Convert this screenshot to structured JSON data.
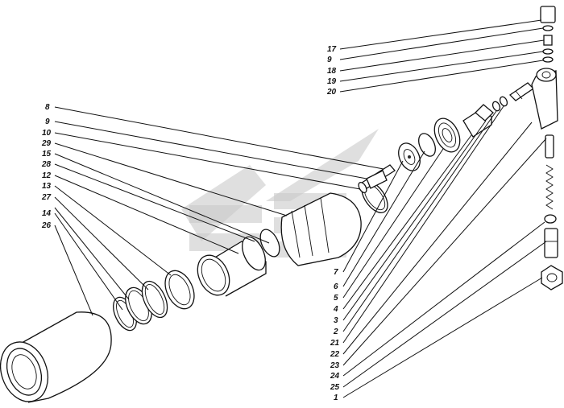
{
  "diagram": {
    "labels": {
      "l17": "17",
      "l9a": "9",
      "l18": "18",
      "l19": "19",
      "l20": "20",
      "l8": "8",
      "l9b": "9",
      "l10": "10",
      "l29": "29",
      "l15": "15",
      "l28": "28",
      "l12": "12",
      "l13": "13",
      "l27": "27",
      "l14": "14",
      "l26": "26",
      "l7": "7",
      "l6": "6",
      "l5": "5",
      "l4": "4",
      "l3": "3",
      "l2": "2",
      "l21": "21",
      "l22": "22",
      "l23": "23",
      "l24": "24",
      "l25": "25",
      "l1": "1"
    }
  }
}
